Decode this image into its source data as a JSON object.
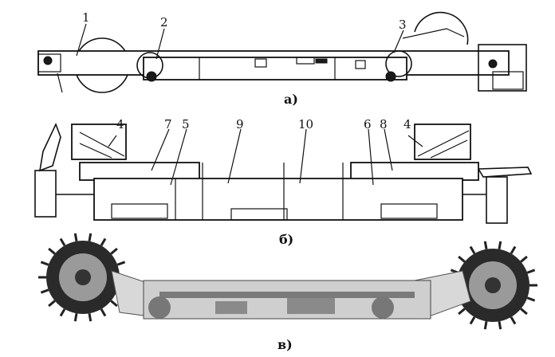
{
  "views": {
    "a": {
      "caption": "а)"
    },
    "b": {
      "caption": "б)"
    },
    "c": {
      "caption": "в)"
    }
  },
  "callouts": {
    "a": [
      "1",
      "2",
      "3"
    ],
    "b": [
      "4",
      "7",
      "5",
      "9",
      "10",
      "6",
      "8",
      "4"
    ]
  }
}
